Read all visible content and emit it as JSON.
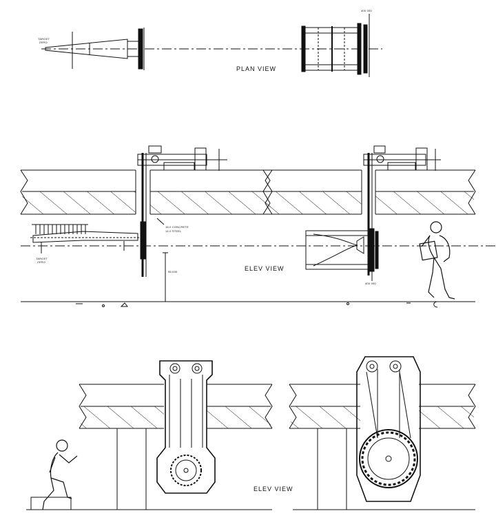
{
  "labels": {
    "plan_view": "PLAN VIEW",
    "elev_view_1": "ELEV VIEW",
    "elev_view_2": "ELEV VIEW",
    "target_zero_plan_1": "TARGET",
    "target_zero_plan_2": "ZERO",
    "target_zero_elev_1": "TARGET",
    "target_zero_elev_2": "ZERO",
    "pos_label_plan": "400 000",
    "pos_label_elev": "400 000",
    "concrete_1": "16.0 CONCRETE",
    "concrete_2": "14.0 STEEL",
    "height_dim": "96.000"
  }
}
